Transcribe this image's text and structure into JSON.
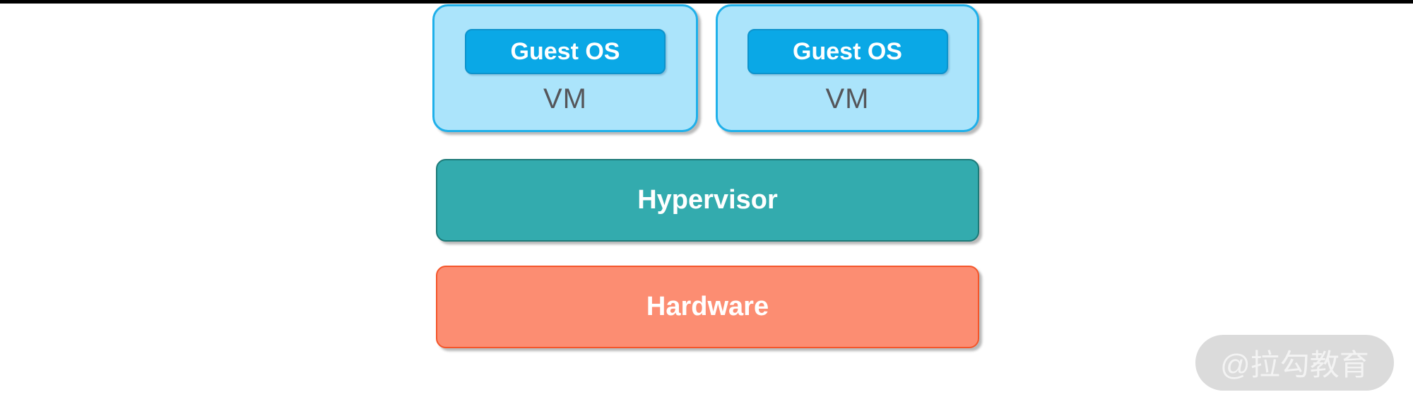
{
  "page": {
    "background": "#ffffff",
    "top_bar_color": "#000000"
  },
  "diagram": {
    "vms": [
      {
        "label": "VM",
        "guest_label": "Guest OS"
      },
      {
        "label": "VM",
        "guest_label": "Guest OS"
      }
    ],
    "layers": [
      {
        "label": "Hypervisor",
        "fill": "#33abae",
        "border": "#1e7a78",
        "text_color": "#ffffff"
      },
      {
        "label": "Hardware",
        "fill": "#fc8d72",
        "border": "#f4562b",
        "text_color": "#ffffff"
      }
    ],
    "colors": {
      "vm_fill": "#abe4fb",
      "vm_border": "#1fb0ea",
      "guest_fill": "#0aa8e6",
      "guest_border": "#0d93cc",
      "guest_text": "#ffffff",
      "vm_text": "#55565a"
    }
  },
  "watermark": {
    "text": "@拉勾教育",
    "bg": "#dbdbdb",
    "fg": "#f3f3f3"
  }
}
